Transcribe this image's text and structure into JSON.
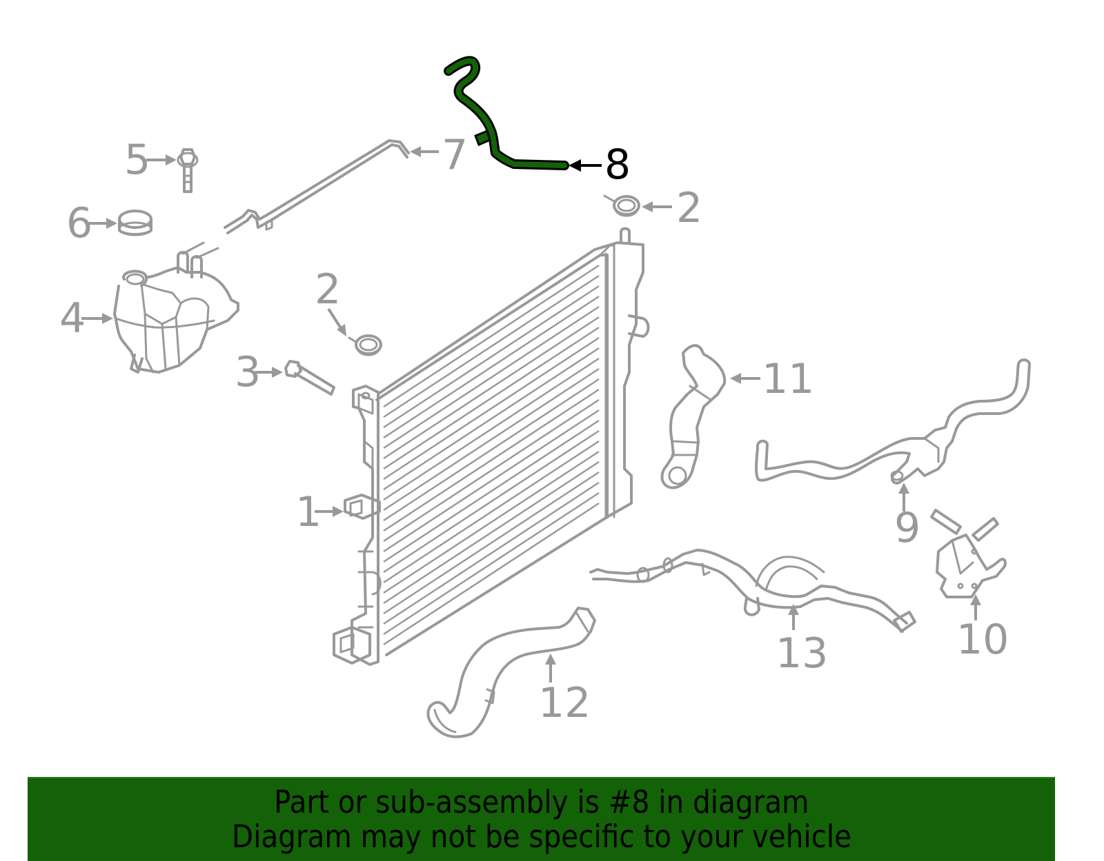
{
  "diagram": {
    "highlighted_part": "8",
    "colors": {
      "part_stroke": "#999999",
      "highlight_fill": "#136207",
      "highlight_outline": "#000000",
      "banner_bg": "#136207",
      "banner_text": "#000000"
    },
    "callouts": [
      {
        "id": "1",
        "label": "1",
        "part": "radiator-bracket"
      },
      {
        "id": "2a",
        "label": "2",
        "part": "radiator-cap-upper"
      },
      {
        "id": "2b",
        "label": "2",
        "part": "radiator-cap-lower"
      },
      {
        "id": "3",
        "label": "3",
        "part": "bolt"
      },
      {
        "id": "4",
        "label": "4",
        "part": "coolant-reservoir"
      },
      {
        "id": "5",
        "label": "5",
        "part": "reservoir-bolt"
      },
      {
        "id": "6",
        "label": "6",
        "part": "reservoir-cap"
      },
      {
        "id": "7",
        "label": "7",
        "part": "overflow-tube"
      },
      {
        "id": "8",
        "label": "8",
        "part": "vent-hose"
      },
      {
        "id": "9",
        "label": "9",
        "part": "heater-hose"
      },
      {
        "id": "10",
        "label": "10",
        "part": "water-pump"
      },
      {
        "id": "11",
        "label": "11",
        "part": "upper-radiator-hose"
      },
      {
        "id": "12",
        "label": "12",
        "part": "lower-radiator-hose"
      },
      {
        "id": "13",
        "label": "13",
        "part": "coolant-hose-assembly"
      }
    ]
  },
  "banner": {
    "line1": "Part or sub-assembly is #8 in diagram",
    "line2": "Diagram may not be specific to your vehicle"
  }
}
